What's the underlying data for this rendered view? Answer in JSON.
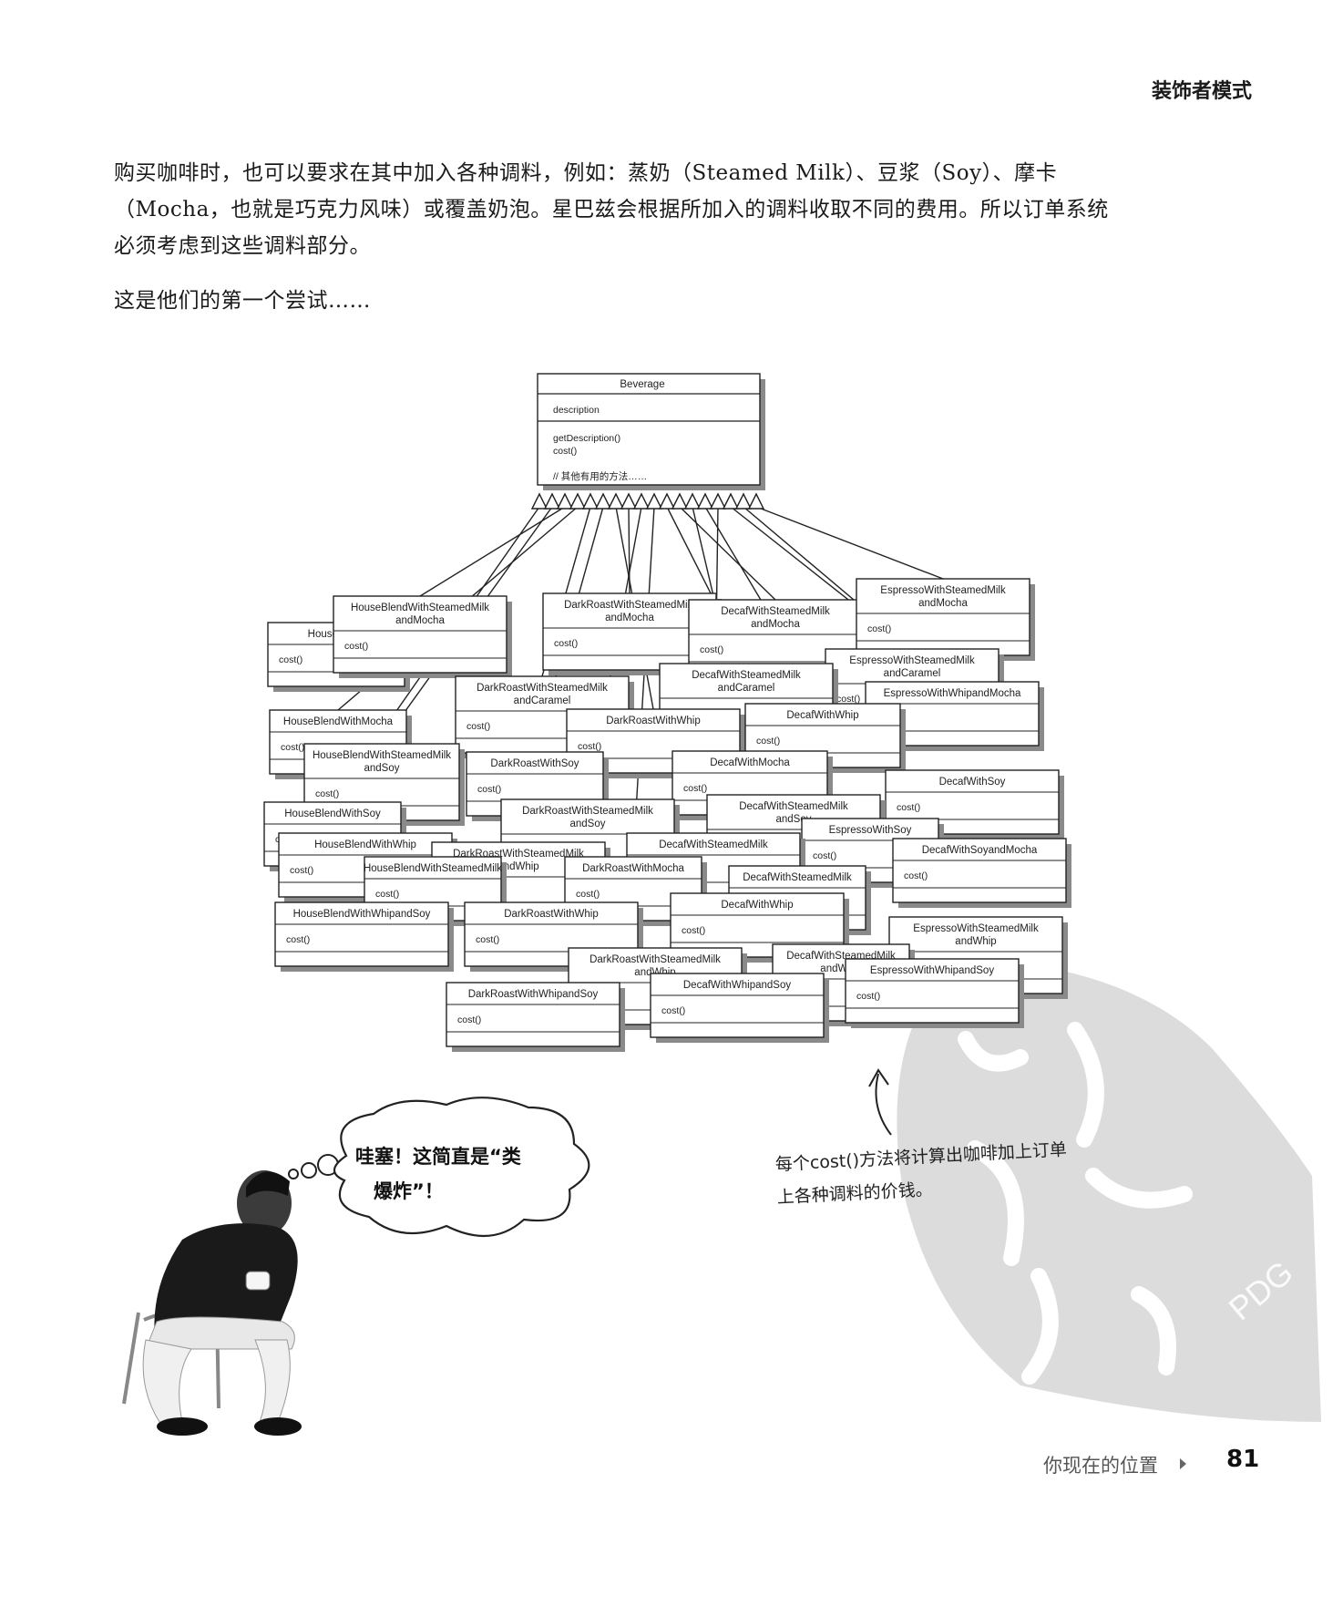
{
  "header": {
    "running_title": "装饰者模式"
  },
  "body": {
    "paragraph1": "购买咖啡时，也可以要求在其中加入各种调料，例如：蒸奶（Steamed Milk）、豆浆（Soy）、摩卡（Mocha，也就是巧克力风味）或覆盖奶泡。星巴兹会根据所加入的调料收取不同的费用。所以订单系统必须考虑到这些调料部分。",
    "paragraph2": "这是他们的第一个尝试……"
  },
  "diagram": {
    "superclass": {
      "name": "Beverage",
      "field": "description",
      "method1": "getDescription()",
      "method2": "cost()",
      "comment": "// 其他有用的方法……"
    },
    "subclasses": [
      {
        "name": [
          "HouseBlend"
        ],
        "method": "cost()"
      },
      {
        "name": [
          "HouseBlendWithSteamedMilk",
          "andMocha"
        ],
        "method": "cost()"
      },
      {
        "name": [
          "DarkRoastWithSteamedMilk",
          "andMocha"
        ],
        "method": "cost()"
      },
      {
        "name": [
          "DecafWithSteamedMilk",
          "andMocha"
        ],
        "method": "cost()"
      },
      {
        "name": [
          "EspressoWithSteamedMilk",
          "andMocha"
        ],
        "method": "cost()"
      },
      {
        "name": [
          "EspressoWithSteamedMilk",
          "andCaramel"
        ],
        "method": "cost()"
      },
      {
        "name": [
          "DecafWithSteamedMilk",
          "andCaramel"
        ],
        "method": "cost()"
      },
      {
        "name": [
          "DarkRoastWithSteamedMilk",
          "andCaramel"
        ],
        "method": "cost()"
      },
      {
        "name": [
          "HouseBlendWithMocha"
        ],
        "method": "cost()"
      },
      {
        "name": [
          "EspressoWithWhipandMocha"
        ],
        "method": "cost()"
      },
      {
        "name": [
          "DarkRoastWithWhip"
        ],
        "method": "cost()"
      },
      {
        "name": [
          "DecafWithWhip"
        ],
        "method": "cost()"
      },
      {
        "name": [
          "HouseBlendWithSteamedMilk",
          "andSoy"
        ],
        "method": "cost()"
      },
      {
        "name": [
          "DarkRoastWithSoy"
        ],
        "method": "cost()"
      },
      {
        "name": [
          "DecafWithMocha"
        ],
        "method": "cost()"
      },
      {
        "name": [
          "DecafWithSoy"
        ],
        "method": "cost()"
      },
      {
        "name": [
          "DarkRoastWithSteamedMilk",
          "andSoy"
        ],
        "method": "cost()"
      },
      {
        "name": [
          "DecafWithSteamedMilk",
          "andSoy"
        ],
        "method": "cost()"
      },
      {
        "name": [
          "EspressoWithSoy"
        ],
        "method": "cost()"
      },
      {
        "name": [
          "HouseBlendWithSoy"
        ],
        "method": "cost()"
      },
      {
        "name": [
          "HouseBlendWithWhip"
        ],
        "method": "cost()"
      },
      {
        "name": [
          "DarkRoastWithSteamedMilk",
          "andWhip"
        ],
        "method": "cost()"
      },
      {
        "name": [
          "DecafWithSteamedMilk"
        ],
        "method": "cost()"
      },
      {
        "name": [
          "DecafWithSoyandMocha"
        ],
        "method": "cost()"
      },
      {
        "name": [
          "HouseBlendWithSteamedMilk"
        ],
        "method": "cost()"
      },
      {
        "name": [
          "DarkRoastWithMocha"
        ],
        "method": "cost()"
      },
      {
        "name": [
          "DecafWithSteamedMilk"
        ],
        "method": "cost()"
      },
      {
        "name": [
          "HouseBlendWithWhipandSoy"
        ],
        "method": "cost()"
      },
      {
        "name": [
          "DarkRoastWithWhip"
        ],
        "method": "cost()"
      },
      {
        "name": [
          "DecafWithWhip"
        ],
        "method": "cost()"
      },
      {
        "name": [
          "EspressoWithSteamedMilk",
          "andWhip"
        ],
        "method": "cost()"
      },
      {
        "name": [
          "DarkRoastWithSteamedMilk",
          "andWhip"
        ],
        "method": "cost()"
      },
      {
        "name": [
          "DecafWithSteamedMilk",
          "andWhip"
        ],
        "method": "cost()"
      },
      {
        "name": [
          "EspressoWithWhipandSoy"
        ],
        "method": "cost()"
      },
      {
        "name": [
          "DarkRoastWithWhipandSoy"
        ],
        "method": "cost()"
      },
      {
        "name": [
          "DecafWithWhipandSoy"
        ],
        "method": "cost()"
      }
    ]
  },
  "thought_bubble": {
    "line1": "哇塞！这简直是“类",
    "line2": "爆炸”！"
  },
  "annotation": {
    "text": "每个cost()方法将计算出咖啡加上订单上各种调料的价钱。"
  },
  "footer": {
    "section": "你现在的位置",
    "page": "81"
  },
  "stamp": {
    "label": "PDG",
    "color": "#d8d8d8"
  }
}
